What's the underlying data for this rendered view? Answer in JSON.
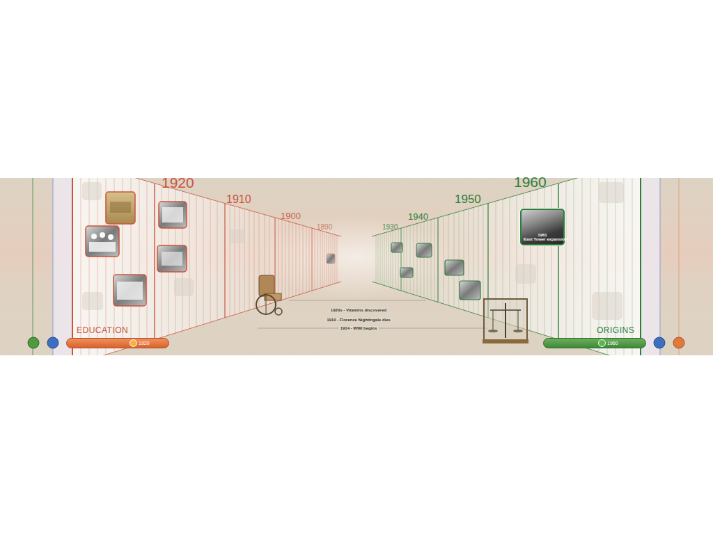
{
  "diagram": {
    "nodes": [
      {
        "text": [
          "1920"
        ]
      },
      {
        "text": [
          "1960"
        ]
      },
      {
        "text": [
          "1961",
          "East Tower expansion"
        ]
      }
    ],
    "labels": [
      "1920",
      "1910",
      "1900",
      "1890",
      "1930",
      "1940",
      "1950",
      "1960",
      "EDUCATION",
      "ORIGINS",
      "1920s - Vitamins discovered",
      "1910 - Florence Nightingale dies",
      "1914 - WWI begins"
    ]
  }
}
